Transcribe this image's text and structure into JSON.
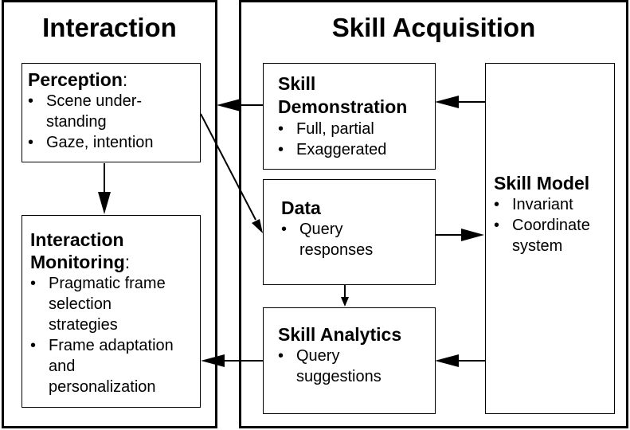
{
  "interaction": {
    "title": "Interaction",
    "perception": {
      "title": "Perception",
      "suffix": ":",
      "bullets": [
        "Scene under-\nstanding",
        "Gaze, intention"
      ]
    },
    "monitoring": {
      "title_line1": "Interaction",
      "title_line2": "Monitoring",
      "suffix": ":",
      "bullets": [
        "Pragmatic frame\nselection\nstrategies",
        "Frame adaptation\nand\npersonalization"
      ]
    }
  },
  "skill_acquisition": {
    "title": "Skill Acquisition",
    "demonstration": {
      "title_line1": "Skill",
      "title_line2": "Demonstration",
      "bullets": [
        "Full, partial",
        "Exaggerated"
      ]
    },
    "data": {
      "title": "Data",
      "bullets": [
        "Query\nresponses"
      ]
    },
    "analytics": {
      "title": "Skill Analytics",
      "bullets": [
        "Query\nsuggestions"
      ]
    },
    "model": {
      "title": "Skill Model",
      "bullets": [
        "Invariant",
        "Coordinate\nsystem"
      ]
    }
  }
}
